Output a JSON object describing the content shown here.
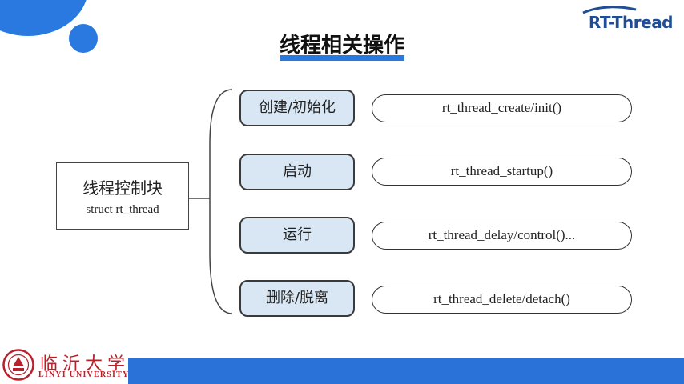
{
  "header": {
    "title": "线程相关操作",
    "brand": "RT-Thread"
  },
  "diagram": {
    "center": {
      "title": "线程控制块",
      "subtitle": "struct rt_thread"
    },
    "operations": [
      {
        "label": "创建/初始化",
        "api": "rt_thread_create/init()"
      },
      {
        "label": "启动",
        "api": "rt_thread_startup()"
      },
      {
        "label": "运行",
        "api": "rt_thread_delay/control()..."
      },
      {
        "label": "删除/脱离",
        "api": "rt_thread_delete/detach()"
      }
    ]
  },
  "footer": {
    "university_cn": "临沂大学",
    "university_en": "LINYI UNIVERSITY"
  },
  "colors": {
    "accent": "#2979e0",
    "footer_bar": "#2a72d8",
    "operation_fill": "#d9e7f5",
    "university_red": "#b8202a",
    "brand_blue": "#1f4e96"
  }
}
